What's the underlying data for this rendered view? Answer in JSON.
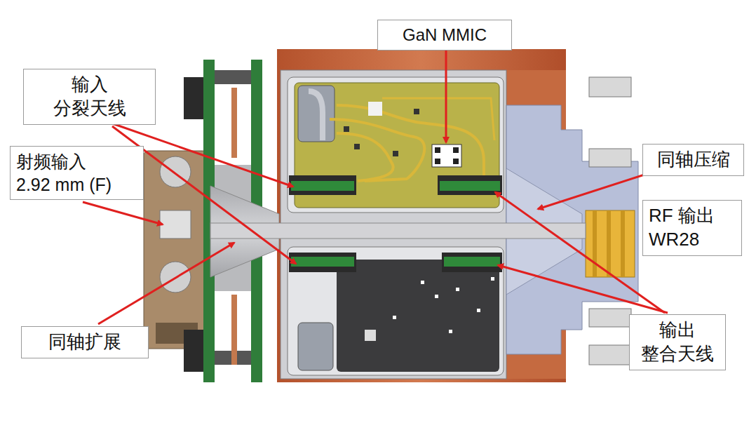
{
  "diagram": {
    "nodes": [
      {
        "text": [
          "GaN MMIC"
        ]
      },
      {
        "text": [
          "输入 分裂天线"
        ]
      },
      {
        "text": [
          "同轴压缩"
        ]
      },
      {
        "text": [
          "射频输入 2.92 mm (F)"
        ]
      },
      {
        "text": [
          "RF 输出 WR28"
        ]
      },
      {
        "text": [
          "同轴扩展"
        ]
      },
      {
        "text": [
          "输出 整合天线"
        ]
      }
    ]
  }
}
